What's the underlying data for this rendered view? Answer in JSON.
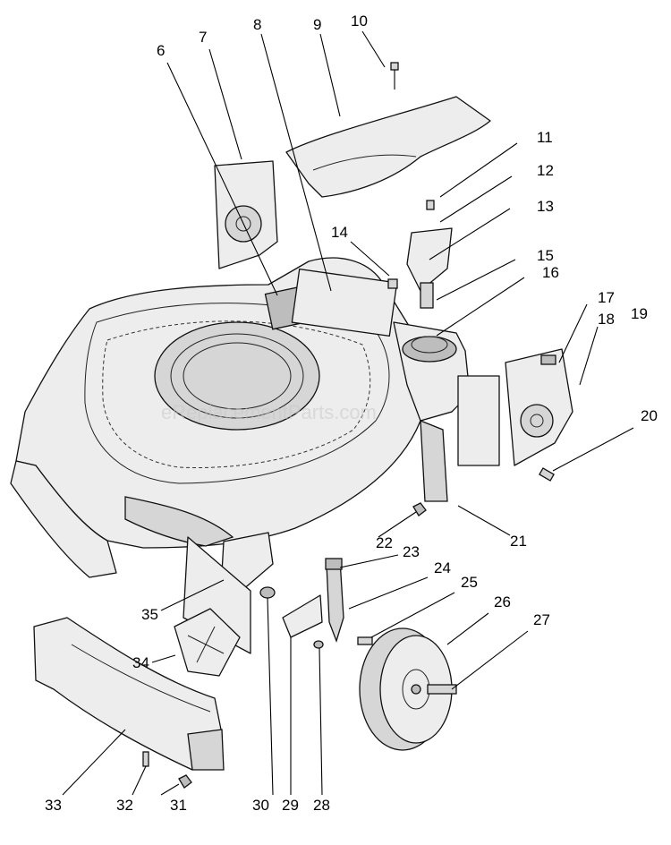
{
  "watermark": "eReplacementParts.com",
  "callouts": [
    {
      "id": "6",
      "label": "6"
    },
    {
      "id": "7",
      "label": "7"
    },
    {
      "id": "8",
      "label": "8"
    },
    {
      "id": "9",
      "label": "9"
    },
    {
      "id": "10",
      "label": "10"
    },
    {
      "id": "11",
      "label": "11"
    },
    {
      "id": "12",
      "label": "12"
    },
    {
      "id": "13",
      "label": "13"
    },
    {
      "id": "14",
      "label": "14"
    },
    {
      "id": "15",
      "label": "15"
    },
    {
      "id": "16",
      "label": "16"
    },
    {
      "id": "17",
      "label": "17"
    },
    {
      "id": "18",
      "label": "18"
    },
    {
      "id": "19",
      "label": "19"
    },
    {
      "id": "20",
      "label": "20"
    },
    {
      "id": "21",
      "label": "21"
    },
    {
      "id": "22",
      "label": "22"
    },
    {
      "id": "23",
      "label": "23"
    },
    {
      "id": "24",
      "label": "24"
    },
    {
      "id": "25",
      "label": "25"
    },
    {
      "id": "26",
      "label": "26"
    },
    {
      "id": "27",
      "label": "27"
    },
    {
      "id": "28",
      "label": "28"
    },
    {
      "id": "29",
      "label": "29"
    },
    {
      "id": "30",
      "label": "30"
    },
    {
      "id": "31",
      "label": "31"
    },
    {
      "id": "32",
      "label": "32"
    },
    {
      "id": "33",
      "label": "33"
    },
    {
      "id": "34",
      "label": "34"
    },
    {
      "id": "35",
      "label": "35"
    }
  ]
}
